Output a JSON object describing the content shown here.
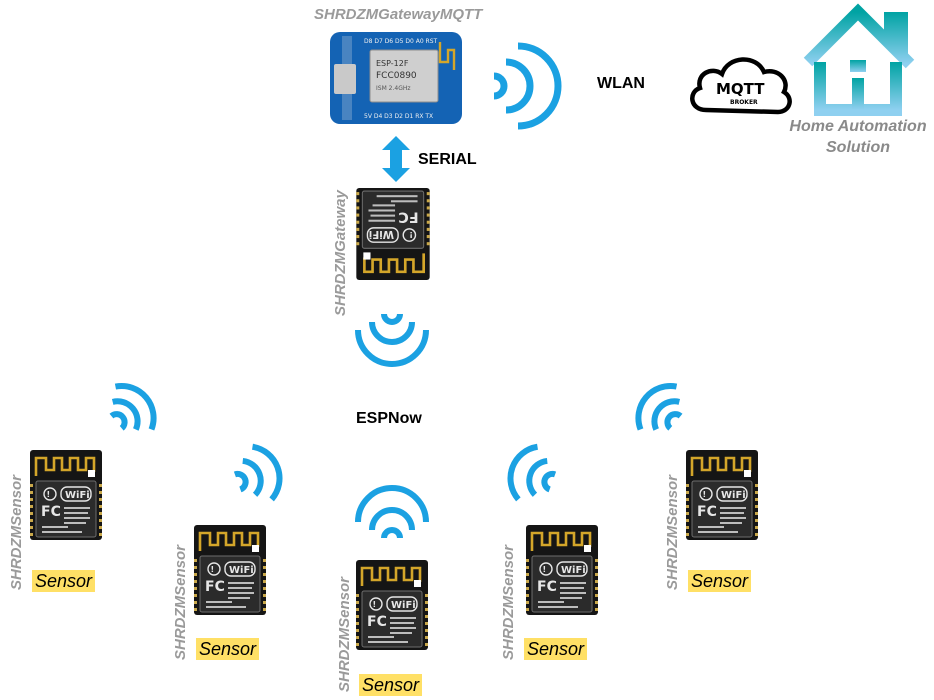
{
  "gateway_mqtt": {
    "label": "SHRDZMGatewayMQTT"
  },
  "gateway": {
    "label": "SHRDZMGateway"
  },
  "links": {
    "wlan": "WLAN",
    "serial": "SERIAL",
    "espnow": "ESPNow"
  },
  "broker": {
    "title": "MQTT",
    "subtitle": "BROKER"
  },
  "home_automation": {
    "line1": "Home Automation",
    "line2": "Solution"
  },
  "sensors": [
    {
      "label": "SHRDZMSensor",
      "tag": "Sensor"
    },
    {
      "label": "SHRDZMSensor",
      "tag": "Sensor"
    },
    {
      "label": "SHRDZMSensor",
      "tag": "Sensor"
    },
    {
      "label": "SHRDZMSensor",
      "tag": "Sensor"
    },
    {
      "label": "SHRDZMSensor",
      "tag": "Sensor"
    }
  ],
  "colors": {
    "signal": "#1ba1e2",
    "board": "#1463b4",
    "chip": "#1a1a1a",
    "antenna": "#d4a62a",
    "tag": "#ffe066",
    "house_top": "#00a3a3",
    "house_bottom": "#8fd0f0"
  }
}
